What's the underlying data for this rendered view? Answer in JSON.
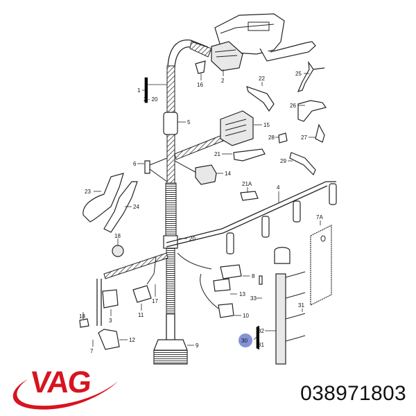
{
  "brand": {
    "name": "VAG",
    "color": "#d7141f"
  },
  "part_number": "038971803",
  "highlight": {
    "label": "30",
    "color": "#6e7fd0"
  },
  "callouts": {
    "c1": "1",
    "c1_range": "2 - 20",
    "c2": "2",
    "c3": "3",
    "c4": "4",
    "c5": "5",
    "c6": "6",
    "c7": "7",
    "c7A": "7A",
    "c8": "8",
    "c9": "9",
    "c10": "10",
    "c11": "11",
    "c12": "12",
    "c13": "13",
    "c14": "14",
    "c15": "15",
    "c16": "16",
    "c17": "17",
    "c18a": "18",
    "c18b": "18",
    "c20": "20",
    "c21": "21",
    "c21A": "21A",
    "c22": "22",
    "c23": "23",
    "c24": "24",
    "c25": "25",
    "c26": "26",
    "c27": "27",
    "c28": "28",
    "c29": "29",
    "c31a": "31",
    "c31b": "31",
    "c32": "32",
    "c33": "33"
  }
}
